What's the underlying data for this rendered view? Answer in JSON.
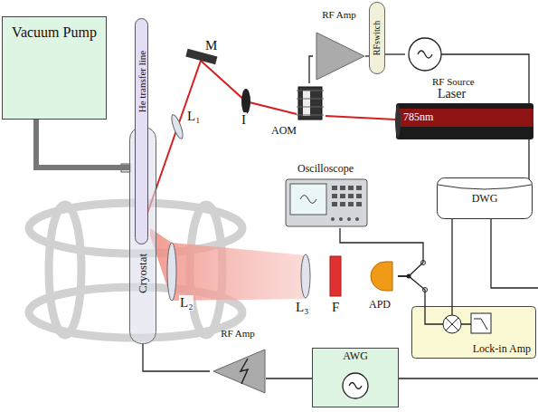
{
  "diagram": {
    "nodes": [
      {
        "text": [
          "Vacuum Pump"
        ]
      },
      {
        "text": [
          "He transfer line"
        ]
      },
      {
        "text": [
          "Cryostat"
        ]
      },
      {
        "text": [
          "RF Amp"
        ]
      },
      {
        "text": [
          "RFswitch"
        ]
      },
      {
        "text": [
          "RF Source"
        ]
      },
      {
        "text": [
          "AOM"
        ]
      },
      {
        "text": [
          "Laser",
          "785nm"
        ]
      },
      {
        "text": [
          "Oscilloscope"
        ]
      },
      {
        "text": [
          "DWG"
        ]
      },
      {
        "text": [
          "APD"
        ]
      },
      {
        "text": [
          "Lock-in Amp"
        ]
      },
      {
        "text": [
          "RF Amp"
        ]
      },
      {
        "text": [
          "AWG"
        ]
      }
    ],
    "edges": [
      {
        "from": 0,
        "to": 2,
        "arrow": "none"
      },
      {
        "from": 3,
        "to": 6,
        "arrow": "none"
      },
      {
        "from": 3,
        "to": 4,
        "arrow": "none"
      },
      {
        "from": 4,
        "to": 5,
        "arrow": "none"
      },
      {
        "from": 5,
        "to": 9,
        "arrow": "none"
      },
      {
        "from": 7,
        "to": 6,
        "arrow": "none"
      },
      {
        "from": 10,
        "to": 8,
        "arrow": "none"
      },
      {
        "from": 10,
        "to": 11,
        "arrow": "none"
      },
      {
        "from": 9,
        "to": 11,
        "arrow": "none"
      },
      {
        "from": 12,
        "to": 2,
        "arrow": "none"
      },
      {
        "from": 13,
        "to": 12,
        "arrow": "none"
      }
    ],
    "labels": [
      "M",
      "I",
      "L₁",
      "L₂",
      "L₃",
      "F"
    ]
  }
}
